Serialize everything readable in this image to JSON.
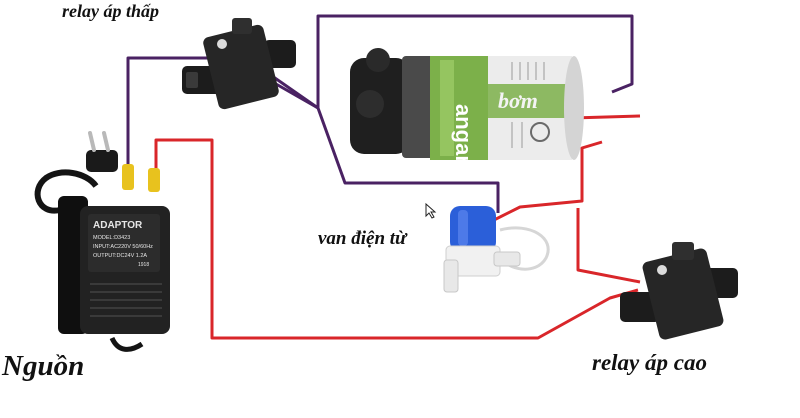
{
  "labels": {
    "relay_low": "relay áp thấp",
    "pump": "bơm",
    "valve": "van điện từ",
    "power": "Nguồn",
    "relay_high": "relay áp  cao"
  },
  "adapter": {
    "title": "ADAPTOR",
    "model": "MODEL:D3423",
    "input": "INPUT:AC220V  50/60Hz",
    "output": "OUTPUT:DC24V 1.2A",
    "code": "1918"
  },
  "pump_brand": "angar",
  "colors": {
    "wire_purple": "#4a2263",
    "wire_red": "#d9262a",
    "pump_green": "#7cb04a",
    "device_black": "#1e1e1e",
    "valve_blue": "#2b5fd9",
    "connector_yellow": "#e8c21e"
  }
}
